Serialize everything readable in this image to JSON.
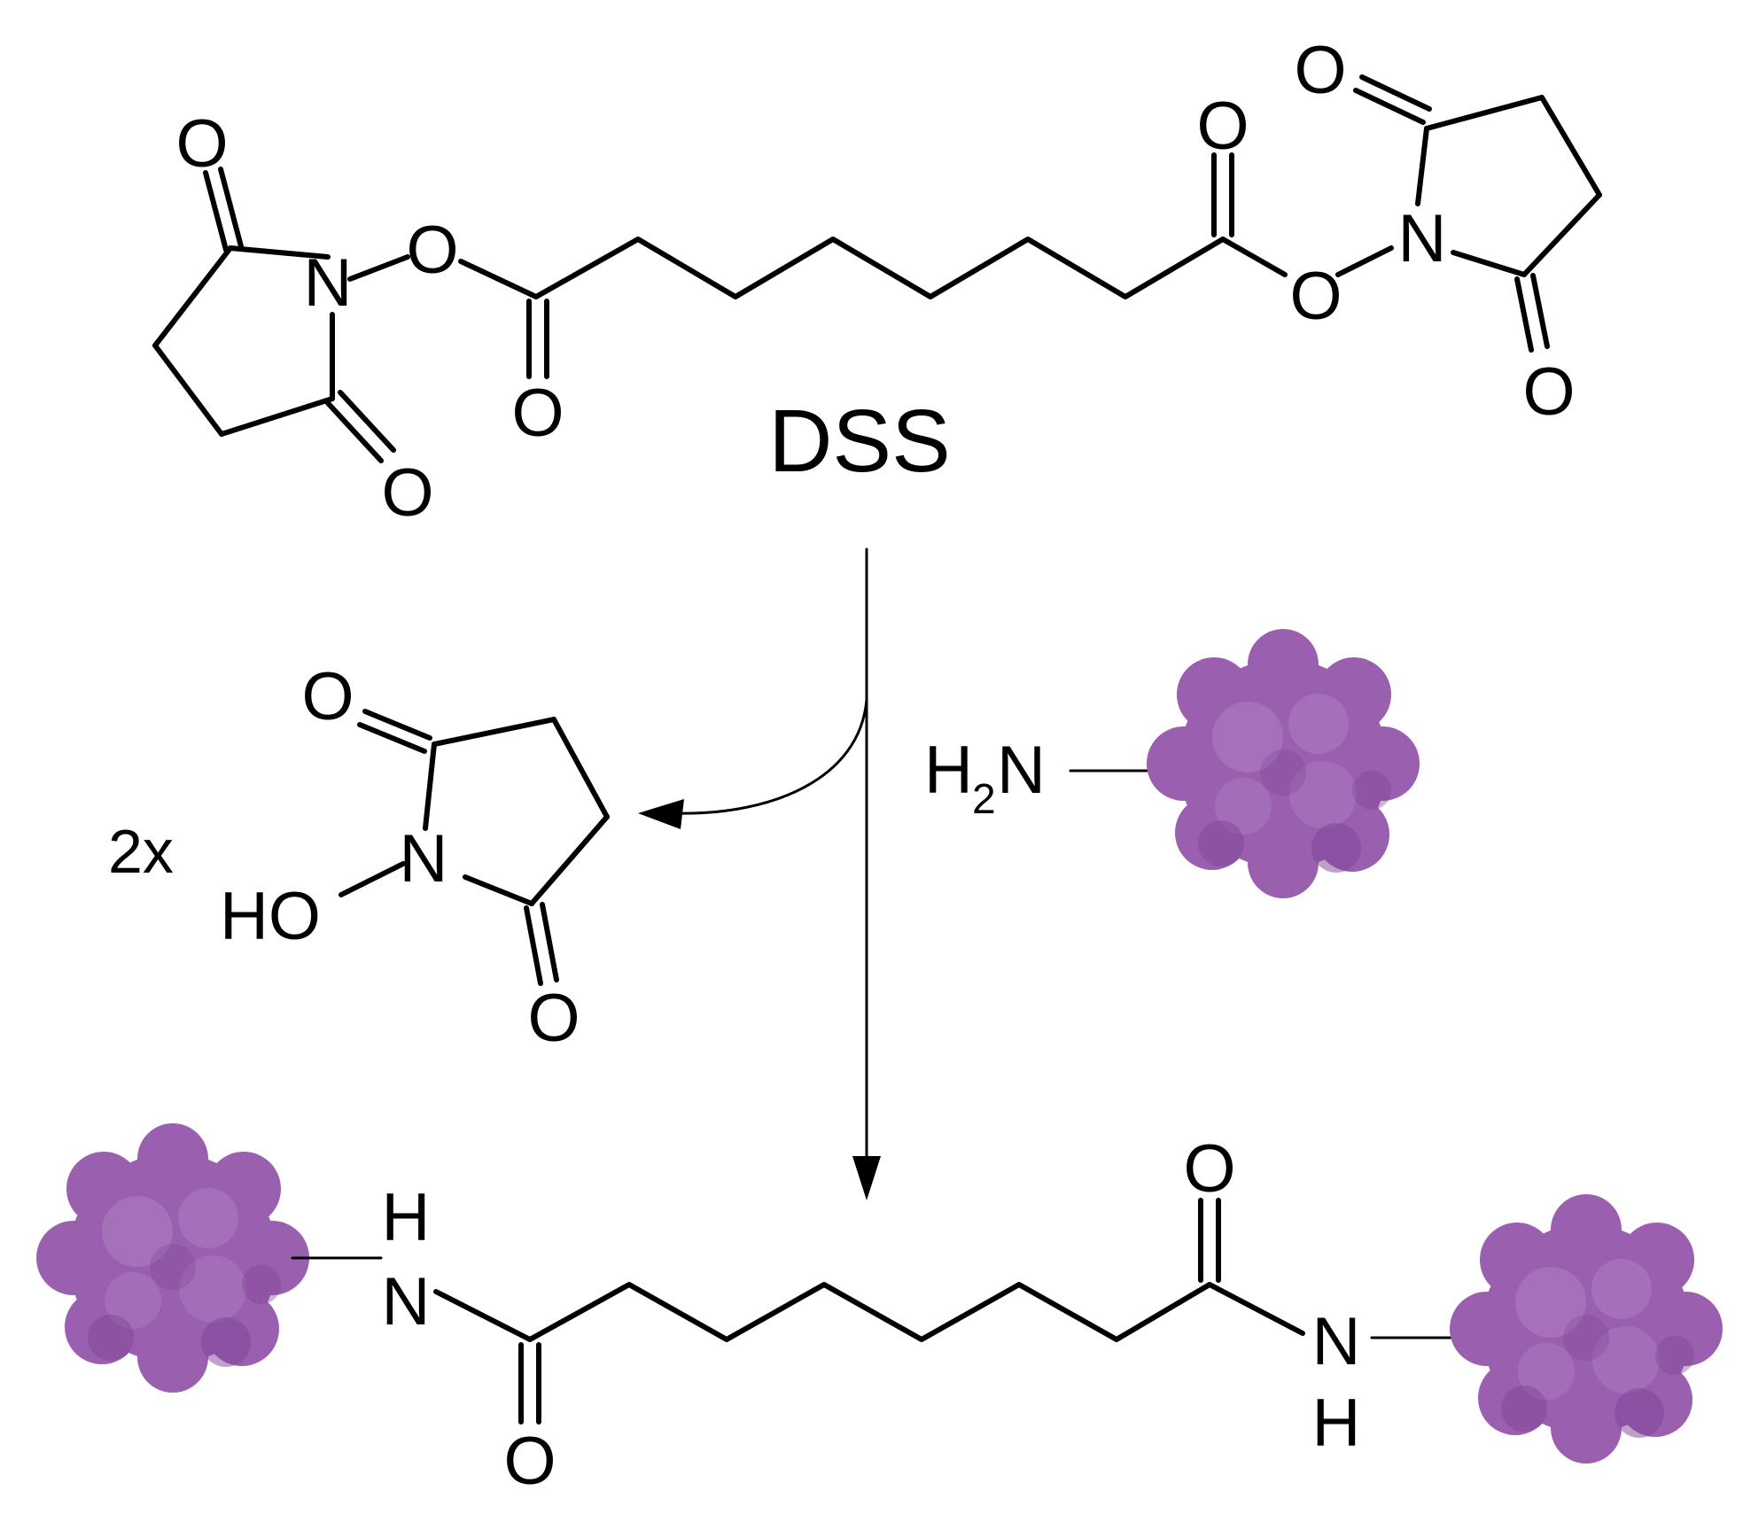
{
  "reagent": {
    "name": "DSS",
    "atoms": {
      "oxygen": "O",
      "nitrogen": "N"
    }
  },
  "byproduct": {
    "multiplier": "2x",
    "hydroxyl": "HO",
    "atoms": {
      "oxygen": "O",
      "nitrogen": "N"
    }
  },
  "amine": {
    "hydrogen": "H",
    "subscript": "2",
    "nitrogen": "N"
  },
  "product": {
    "atoms": {
      "oxygen": "O",
      "nitrogen": "N",
      "hydrogen": "H"
    }
  },
  "colors": {
    "protein_fill": "#9b5fb0",
    "protein_shade": "#7e4393",
    "protein_light": "#b07fc2",
    "ink": "#000000"
  }
}
